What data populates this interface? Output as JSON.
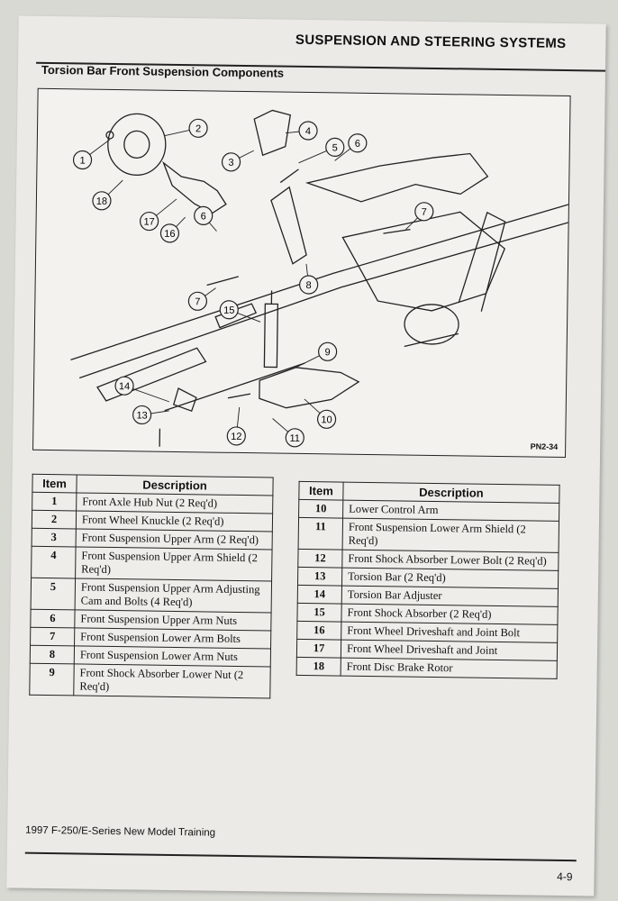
{
  "header": {
    "section_title": "SUSPENSION AND STEERING SYSTEMS"
  },
  "figure": {
    "title": "Torsion Bar Front Suspension Components",
    "id": "PN2-34",
    "callouts": [
      "1",
      "2",
      "3",
      "4",
      "5",
      "6",
      "18",
      "17",
      "16",
      "6",
      "7",
      "7",
      "8",
      "15",
      "9",
      "14",
      "13",
      "12",
      "11",
      "10"
    ]
  },
  "table_left": {
    "headers": [
      "Item",
      "Description"
    ],
    "rows": [
      {
        "item": "1",
        "desc": "Front Axle Hub Nut (2 Req'd)"
      },
      {
        "item": "2",
        "desc": "Front Wheel Knuckle (2 Req'd)"
      },
      {
        "item": "3",
        "desc": "Front Suspension Upper Arm (2 Req'd)"
      },
      {
        "item": "4",
        "desc": "Front Suspension Upper Arm Shield (2 Req'd)"
      },
      {
        "item": "5",
        "desc": "Front Suspension Upper Arm Adjusting Cam and Bolts (4 Req'd)"
      },
      {
        "item": "6",
        "desc": "Front Suspension Upper Arm Nuts"
      },
      {
        "item": "7",
        "desc": "Front Suspension Lower Arm Bolts"
      },
      {
        "item": "8",
        "desc": "Front Suspension Lower Arm Nuts"
      },
      {
        "item": "9",
        "desc": "Front Shock Absorber Lower Nut (2 Req'd)"
      }
    ]
  },
  "table_right": {
    "headers": [
      "Item",
      "Description"
    ],
    "rows": [
      {
        "item": "10",
        "desc": "Lower Control Arm"
      },
      {
        "item": "11",
        "desc": "Front Suspension Lower Arm Shield (2 Req'd)"
      },
      {
        "item": "12",
        "desc": "Front Shock Absorber Lower Bolt (2 Req'd)"
      },
      {
        "item": "13",
        "desc": "Torsion Bar (2 Req'd)"
      },
      {
        "item": "14",
        "desc": "Torsion Bar Adjuster"
      },
      {
        "item": "15",
        "desc": "Front Shock Absorber (2 Req'd)"
      },
      {
        "item": "16",
        "desc": "Front Wheel Driveshaft and Joint Bolt"
      },
      {
        "item": "17",
        "desc": "Front Wheel Driveshaft and Joint"
      },
      {
        "item": "18",
        "desc": "Front Disc Brake Rotor"
      }
    ]
  },
  "footer": {
    "left": "1997 F-250/E-Series New Model Training",
    "page": "4-9"
  }
}
